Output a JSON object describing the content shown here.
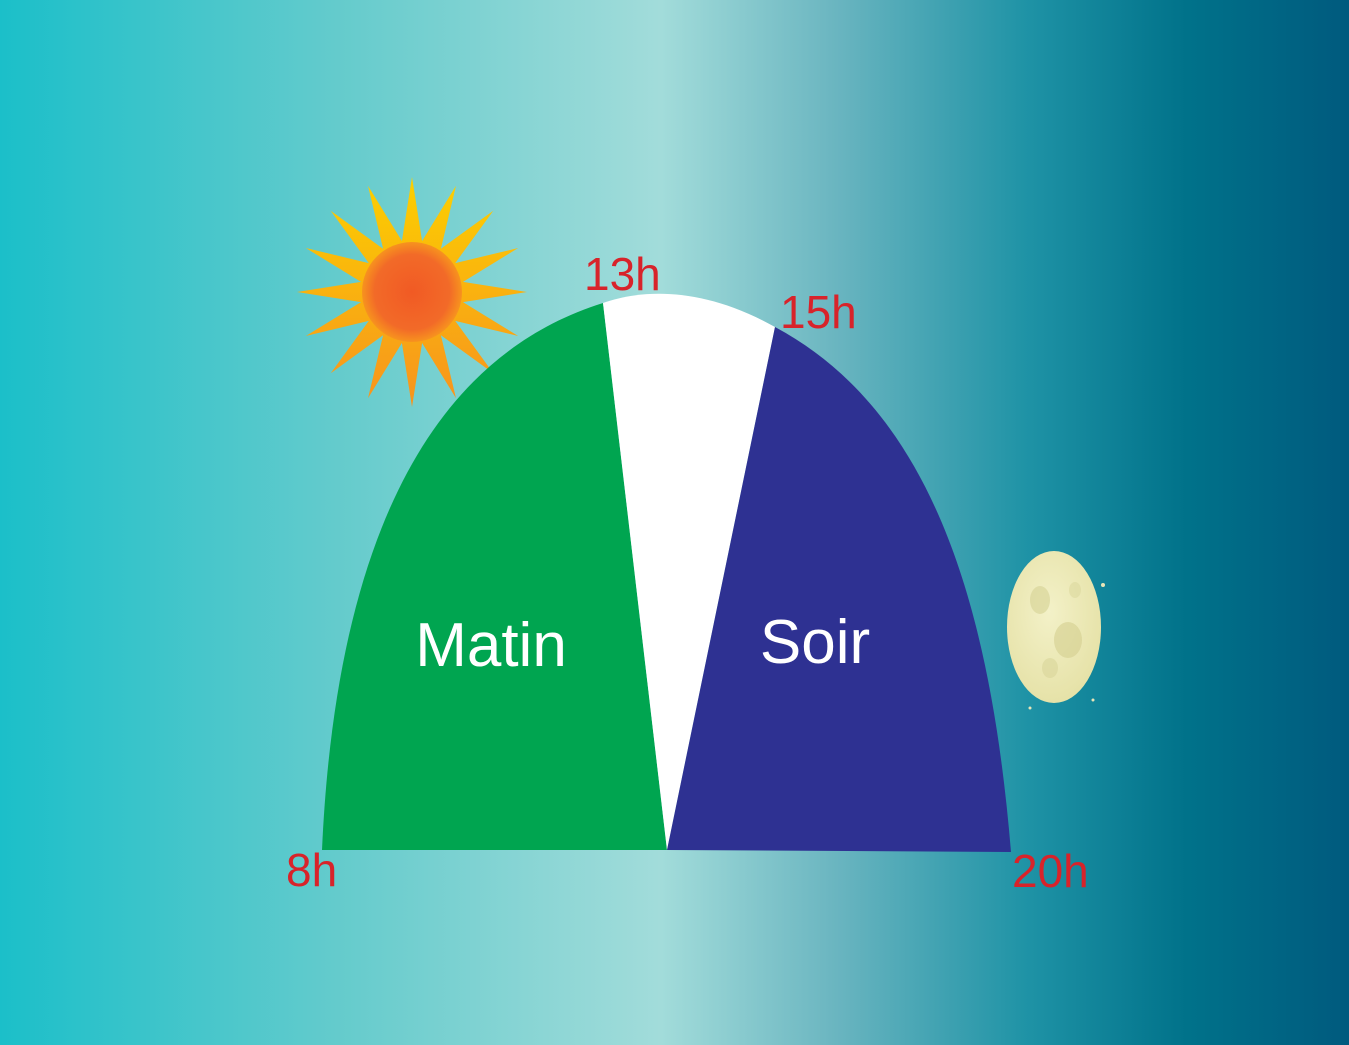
{
  "diagram": {
    "periods": [
      {
        "label": "Matin",
        "color": "#00a550"
      },
      {
        "label": "",
        "color": "#ffffff"
      },
      {
        "label": "Soir",
        "color": "#2e3192"
      }
    ],
    "times": {
      "start": "8h",
      "midday_start": "13h",
      "midday_end": "15h",
      "end": "20h"
    },
    "time_label_color": "#d8232a",
    "icons": {
      "sun": "sun-icon",
      "moon": "moon-icon"
    }
  }
}
